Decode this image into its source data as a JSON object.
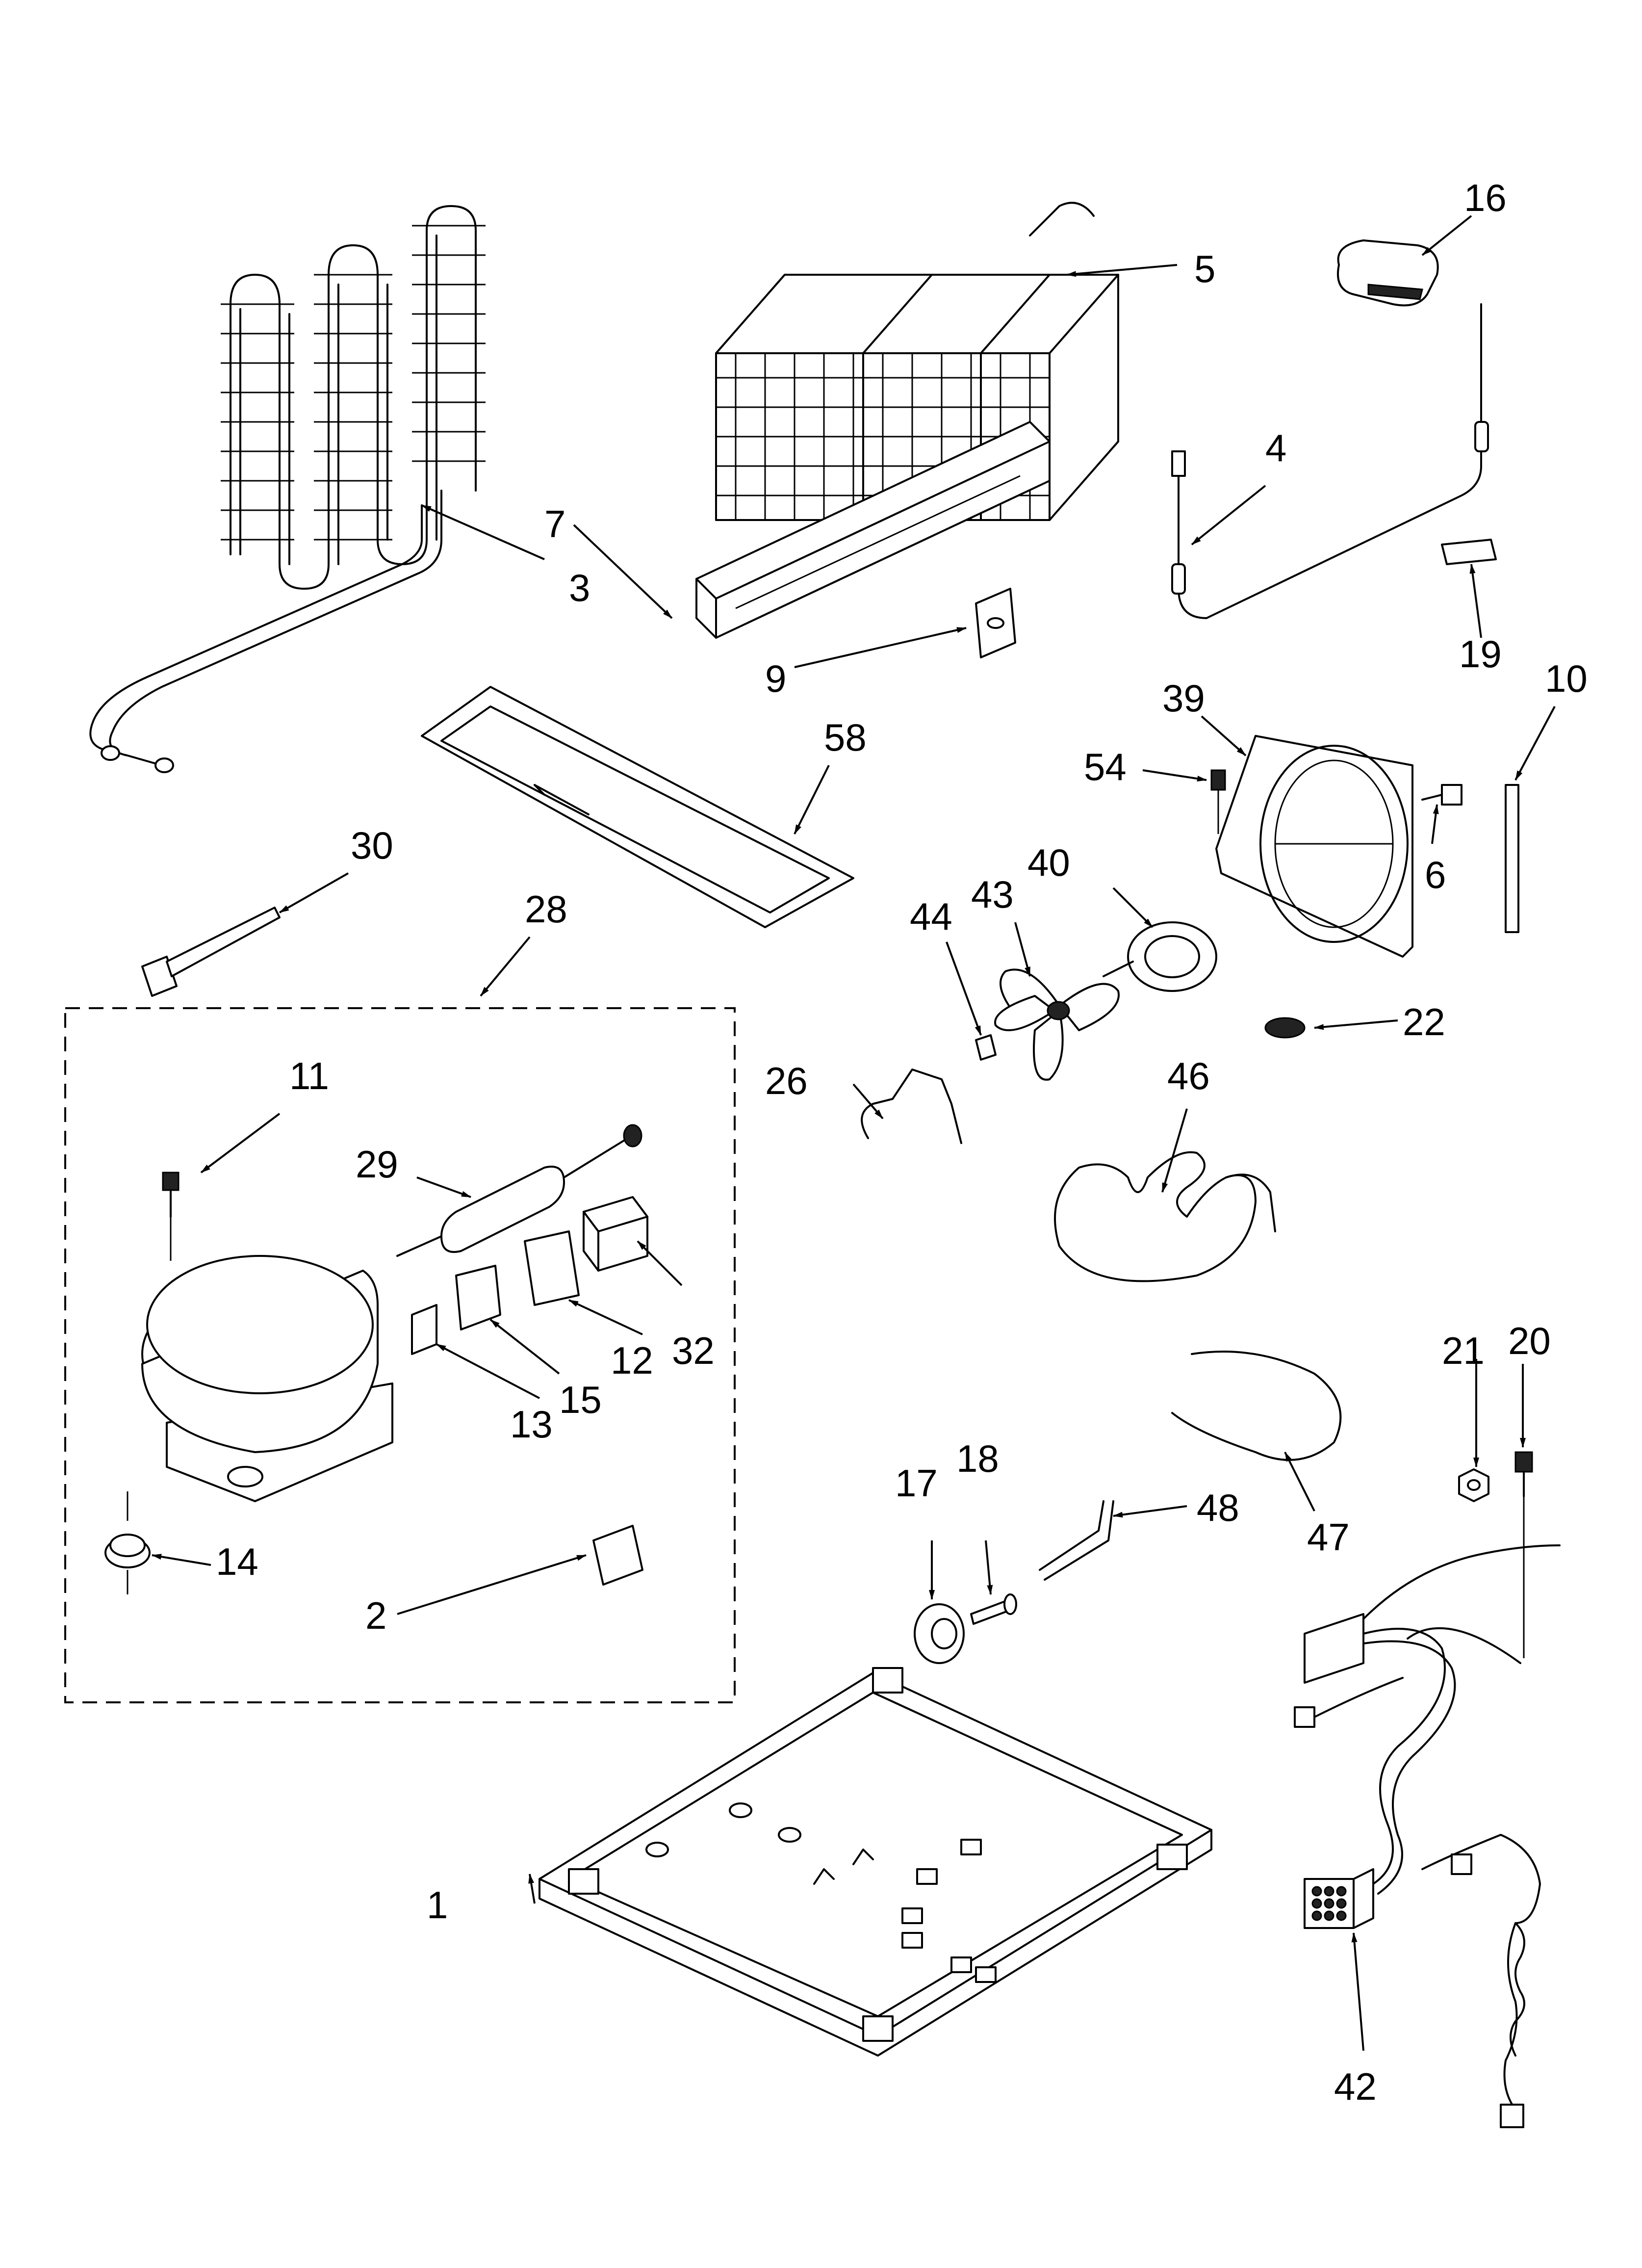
{
  "callouts": [
    "1",
    "2",
    "3",
    "4",
    "5",
    "6",
    "7",
    "9",
    "10",
    "11",
    "12",
    "13",
    "14",
    "15",
    "16",
    "17",
    "18",
    "19",
    "20",
    "21",
    "22",
    "26",
    "28",
    "29",
    "30",
    "32",
    "39",
    "40",
    "42",
    "43",
    "44",
    "46",
    "47",
    "48",
    "54",
    "58"
  ]
}
